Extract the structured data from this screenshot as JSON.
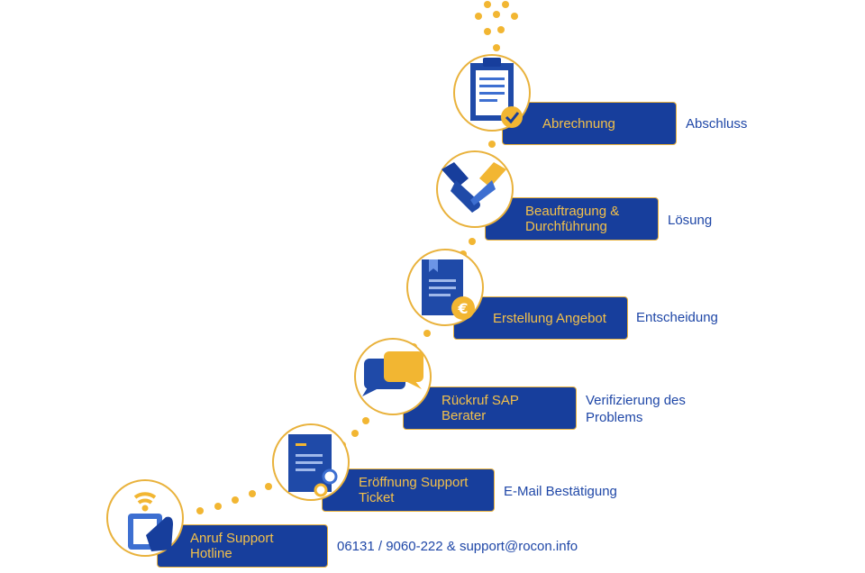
{
  "colors": {
    "navy": "#173e9c",
    "gold": "#f2b632",
    "text_blue": "#1f47a7",
    "icon_blue": "#3d6fd1"
  },
  "steps": [
    {
      "label": "Anruf Support\nHotline",
      "side_text": "06131 / 9060-222 & support@rocon.info",
      "icon": "phone-wifi-icon"
    },
    {
      "label": "Eröffnung Support\nTicket",
      "side_text": "E-Mail Bestätigung",
      "icon": "ticket-document-gear-icon"
    },
    {
      "label": "Rückruf SAP\nBerater",
      "side_text": "Verifizierung des\nProblems",
      "icon": "speech-bubbles-icon"
    },
    {
      "label": "Erstellung Angebot",
      "side_text": "Entscheidung",
      "icon": "offer-document-euro-icon"
    },
    {
      "label": "Beauftragung &\nDurchführung",
      "side_text": "Lösung",
      "icon": "handshake-icon"
    },
    {
      "label": "Abrechnung",
      "side_text": "Abschluss",
      "icon": "clipboard-check-icon"
    }
  ]
}
